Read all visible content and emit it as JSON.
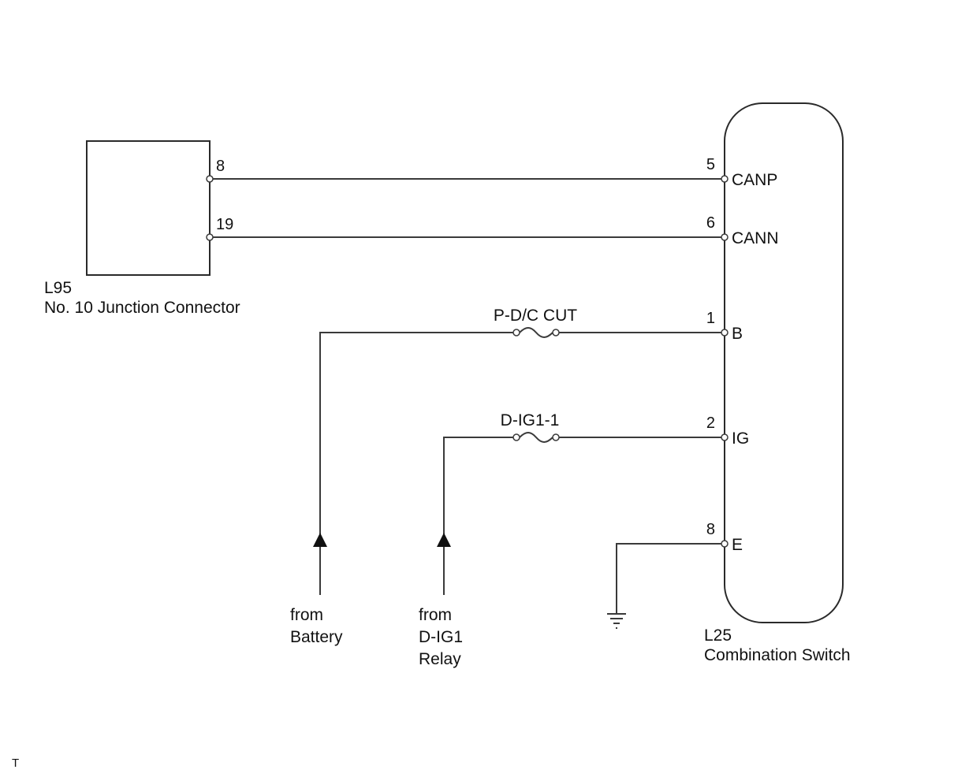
{
  "connector_l95": {
    "code": "L95",
    "name": "No. 10 Junction Connector",
    "pins": [
      "8",
      "19"
    ]
  },
  "connector_l25": {
    "code": "L25",
    "name": "Combination Switch",
    "pins": [
      {
        "number": "5",
        "name": "CANP"
      },
      {
        "number": "6",
        "name": "CANN"
      },
      {
        "number": "1",
        "name": "B"
      },
      {
        "number": "2",
        "name": "IG"
      },
      {
        "number": "8",
        "name": "E"
      }
    ]
  },
  "fuses": [
    {
      "name": "P-D/C CUT"
    },
    {
      "name": "D-IG1-1"
    }
  ],
  "sources": [
    {
      "lines": [
        "from",
        "Battery"
      ]
    },
    {
      "lines": [
        "from",
        "D-IG1",
        "Relay"
      ]
    }
  ],
  "corner_mark": "T"
}
